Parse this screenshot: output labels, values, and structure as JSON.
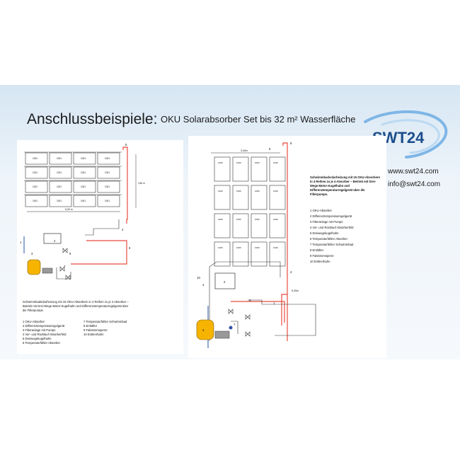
{
  "header": {
    "title": "Anschlussbeispiele:",
    "subtitle": "OKU Solarabsorber Set bis 32 m² Wasserfläche"
  },
  "brand": {
    "logo_text": "SWT24",
    "website": "www.swt24.com",
    "email": "info@swt24.com",
    "color": "#1d4e8c",
    "swoosh_color": "#7eb6e6"
  },
  "colors": {
    "absorber_box": "#ffffff",
    "flow_line": "#e84c3d",
    "return_line": "#4b6fb5",
    "pump_tank": "#f6b400"
  },
  "left_diagram": {
    "absorber_label": "1001",
    "rows": 4,
    "cols": 4,
    "width_dim": "5,30 m",
    "height_dim": "3,60 m",
    "number_labels": [
      "5",
      "1",
      "2",
      "3",
      "4",
      "7",
      "8",
      "9"
    ],
    "description": "Schwimmbadsolarheizung mit 16 OKU-Absorbern in 4 Reihen zu je 4 Absorber – Betrieb mit Drei-Wege-Motor-Kugelhahn und Differenztemperaturregelgerät über die Filterpumpe.",
    "legend_left": [
      "1 OKU-Absorber",
      "2 Differenztemperaturregelgerät",
      "3 Filteranlage mit Pumpe",
      "4 Vor- und Rücklauf Absorberfeld",
      "5 Dreiwegekugelhahn",
      "6 Temperaturfühler Absorber"
    ],
    "legend_right": [
      "7 Temperaturfühler Schwimmbad",
      "8 Entlüfter",
      "9 Falsstromsperre",
      "10 Entleerhahn"
    ]
  },
  "right_diagram": {
    "absorber_label": "1000",
    "rows": 4,
    "cols": 4,
    "width_dim": "3,40m",
    "height_dim": "5,25m",
    "number_labels": [
      "6",
      "8",
      "4",
      "10",
      "4",
      "2",
      "9",
      "3",
      "7",
      "1"
    ],
    "description": "Schwimmbadsolarheizung mit 16 OKU-Absorbern in 4 Reihen zu je 4 Absorber – Betrieb mit Drei-Wege-Motor-Kugelhahn und Differenztemperaturregelgerät über die Filterpumpe.",
    "legend": [
      "1 OKU-Absorber",
      "2 Differenztemperaturregelgerät",
      "3 Filteranlage mit Pumpe",
      "4 Vor- und Rücklauf Absorberfeld",
      "5 Dreiwegekugelhahn",
      "6 Temperaturfühler Absorber",
      "7 Temperaturfühler Schwimmbad",
      "8 Entlüfter",
      "9 Falsstromsperre",
      "10 Entleerhahn"
    ]
  }
}
